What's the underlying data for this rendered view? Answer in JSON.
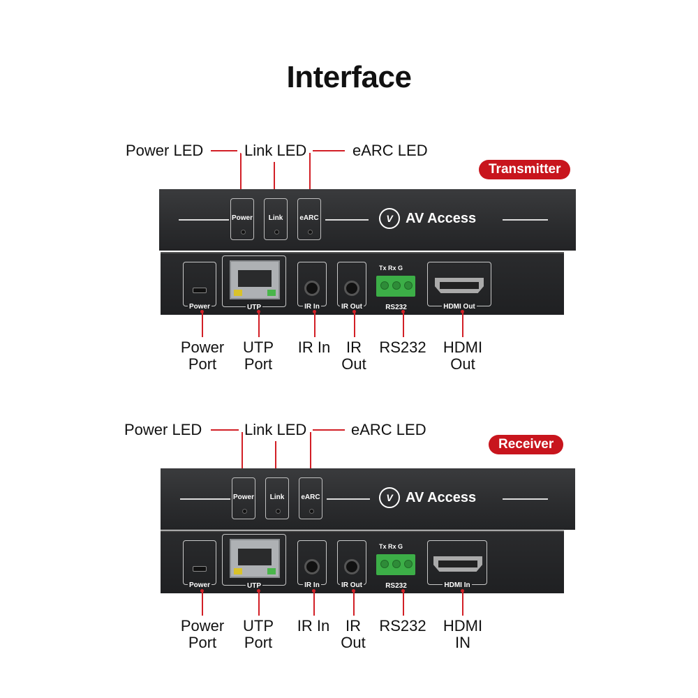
{
  "title": "Interface",
  "panels": [
    {
      "badge": "Transmitter",
      "leds": {
        "power_label": "Power",
        "link_label": "Link",
        "earc_label": "eARC"
      },
      "callouts": {
        "power_led": "Power LED",
        "link_led": "Link LED",
        "earc_led": "eARC LED"
      },
      "logo": "AV Access",
      "ports": {
        "power": "Power",
        "utp": "UTP",
        "ir_in": "IR In",
        "ir_out": "IR Out",
        "rs232": "RS232",
        "rs232_pins": "Tx Rx G",
        "hdmi": "HDMI Out"
      },
      "labels": {
        "power_port_1": "Power",
        "power_port_2": "Port",
        "utp_port_1": "UTP",
        "utp_port_2": "Port",
        "ir_in": "IR In",
        "ir_out_1": "IR",
        "ir_out_2": "Out",
        "rs232": "RS232",
        "hdmi_1": "HDMI",
        "hdmi_2": "Out"
      }
    },
    {
      "badge": "Receiver",
      "leds": {
        "power_label": "Power",
        "link_label": "Link",
        "earc_label": "eARC"
      },
      "callouts": {
        "power_led": "Power LED",
        "link_led": "Link LED",
        "earc_led": "eARC LED"
      },
      "logo": "AV Access",
      "ports": {
        "power": "Power",
        "utp": "UTP",
        "ir_in": "IR In",
        "ir_out": "IR Out",
        "rs232": "RS232",
        "rs232_pins": "Tx Rx G",
        "hdmi": "HDMI In"
      },
      "labels": {
        "power_port_1": "Power",
        "power_port_2": "Port",
        "utp_port_1": "UTP",
        "utp_port_2": "Port",
        "ir_in": "IR In",
        "ir_out_1": "IR",
        "ir_out_2": "Out",
        "rs232": "RS232",
        "hdmi_1": "HDMI",
        "hdmi_2": "IN"
      }
    }
  ],
  "colors": {
    "accent": "#c8151d",
    "leader": "#d21f26",
    "device": "#2a2b2d"
  }
}
